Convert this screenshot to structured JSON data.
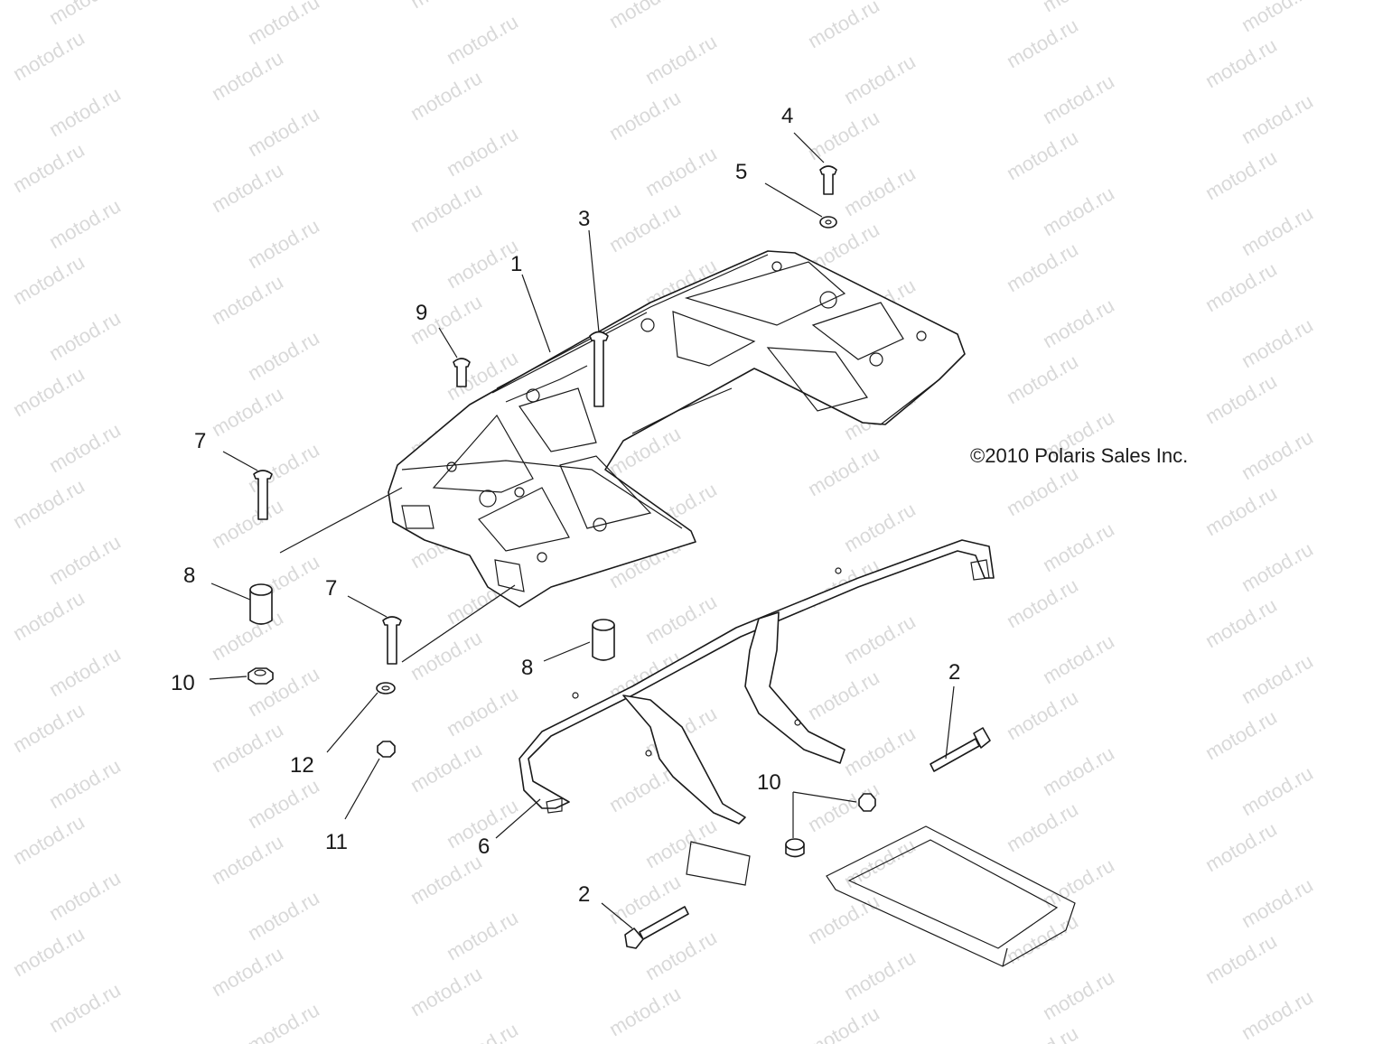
{
  "watermark": {
    "text": "motod.ru"
  },
  "copyright": "©2010 Polaris Sales Inc.",
  "callouts": [
    "1",
    "2",
    "2",
    "3",
    "4",
    "5",
    "6",
    "7",
    "7",
    "8",
    "8",
    "9",
    "10",
    "10",
    "11",
    "12"
  ],
  "parts": [
    {
      "name": "rear-rack",
      "ref": "1"
    },
    {
      "name": "bolt",
      "ref": "2"
    },
    {
      "name": "screw",
      "ref": "3"
    },
    {
      "name": "screw",
      "ref": "4"
    },
    {
      "name": "washer",
      "ref": "5"
    },
    {
      "name": "rack-frame",
      "ref": "6"
    },
    {
      "name": "screw",
      "ref": "7"
    },
    {
      "name": "spacer",
      "ref": "8"
    },
    {
      "name": "screw",
      "ref": "9"
    },
    {
      "name": "nut",
      "ref": "10"
    },
    {
      "name": "nut",
      "ref": "11"
    },
    {
      "name": "washer",
      "ref": "12"
    }
  ]
}
